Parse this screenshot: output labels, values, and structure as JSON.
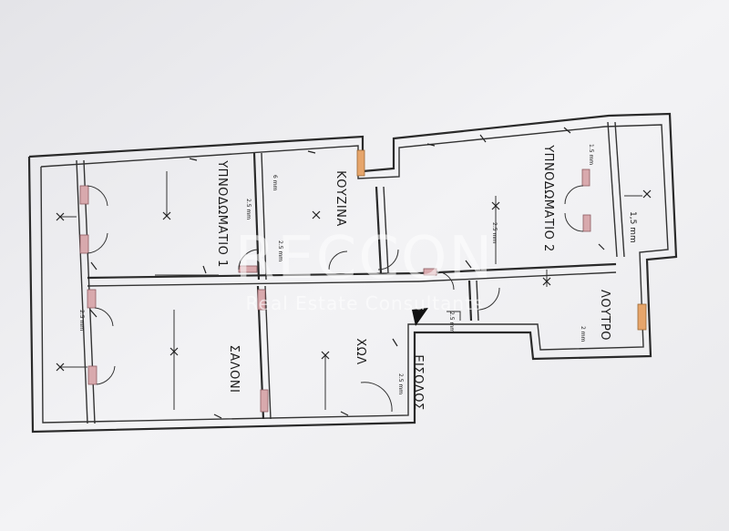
{
  "rooms": {
    "bedroom1": "ΥΠΝΟΔΩΜΑΤΙΟ 1",
    "kitchen": "ΚΟΥΖΙΝΑ",
    "bedroom2": "ΥΠΝΟΔΩΜΑΤΙΟ 2",
    "living": "ΣΑΛΟΝΙ",
    "hall": "ΧΩΛ",
    "entrance": "ΕΙΣΟΔΟΣ",
    "bathroom": "ΛΟΥΤΡΟ"
  },
  "dimensions": {
    "balcony_right": "1,5 mm",
    "b1_a": "2.5 mm",
    "kitchen_a": "6 mm",
    "kitchen_b": "2.5 mm",
    "b2_a": "1.5 mm",
    "b2_b": "2.5 mm",
    "living_a": "2.5 mm",
    "entrance_a": "2.5 mm",
    "hall_a": "2.5 mm",
    "bath_a": "2 mm"
  },
  "watermark": {
    "brand": "RECCON",
    "tagline": "Real Estate Consultants"
  },
  "colors": {
    "paper": "#f4f4f6",
    "walls": "#2a2a2a",
    "door_fill_pink": "#d8a9ad",
    "door_fill_orange": "#e6a56b"
  }
}
